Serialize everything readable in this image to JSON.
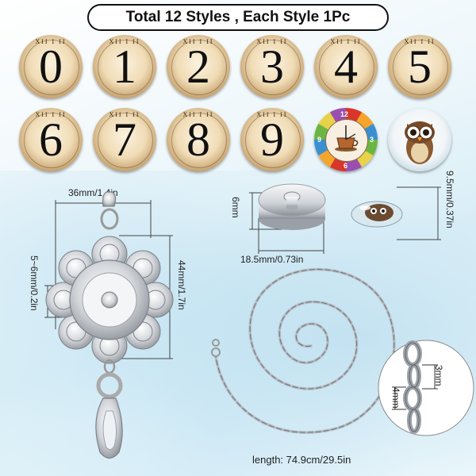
{
  "title": "Total 12 Styles , Each Style 1Pc",
  "cabochons": {
    "digits": [
      "0",
      "1",
      "2",
      "3",
      "4",
      "5",
      "6",
      "7",
      "8",
      "9"
    ],
    "clock_ticks": "XII I II",
    "coffee_numbers": [
      "12",
      "3",
      "6",
      "9"
    ]
  },
  "dimensions": {
    "pendant_width": "36mm/1.4in",
    "pendant_height": "44mm/1.7in",
    "pendant_inner": "5~6mm/0.2in",
    "snap_height": "6mm",
    "snap_diameter": "18.5mm/0.73in",
    "cabochon_thickness": "9.5mm/0.37in",
    "chain_link_height": "3mm",
    "chain_link_width": "4mm",
    "chain_length": "length: 74.9cm/29.5in"
  },
  "colors": {
    "metal": "#c9ccd1",
    "metal_dark": "#8d9299",
    "text": "#222222"
  }
}
